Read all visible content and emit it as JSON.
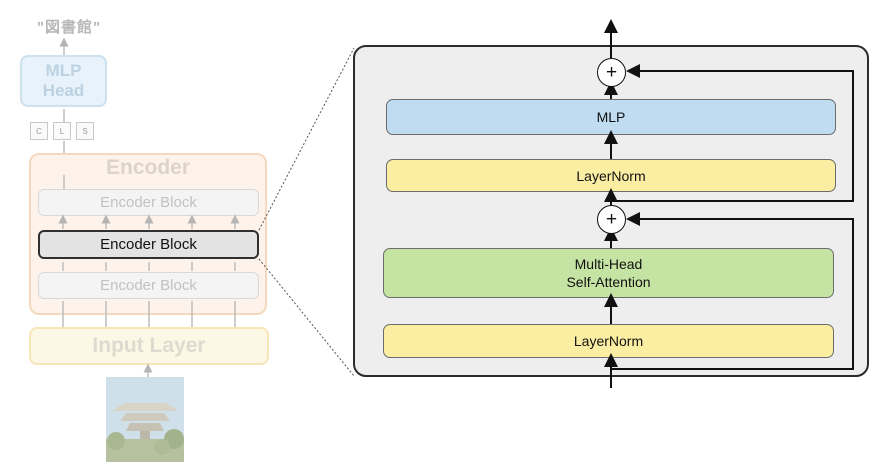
{
  "overview": {
    "output_label": "\"図書館\"",
    "mlp_head_label": "MLP\nHead",
    "tokens": [
      "C",
      "L",
      "S"
    ],
    "encoder_title": "Encoder",
    "blocks": [
      "Encoder Block",
      "Encoder Block",
      "Encoder Block"
    ],
    "input_layer_label": "Input Layer"
  },
  "detail": {
    "mlp_label": "MLP",
    "layernorm_top_label": "LayerNorm",
    "attention_label": "Multi-Head\nSelf-Attention",
    "layernorm_bottom_label": "LayerNorm",
    "residual_symbol": "+"
  },
  "colors": {
    "mlp": "#bfdcf0",
    "layernorm": "#fbeda2",
    "attention": "#c5e3a3",
    "panel": "#eeeeee"
  }
}
